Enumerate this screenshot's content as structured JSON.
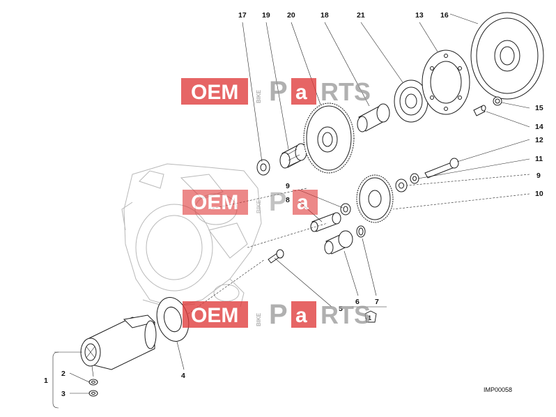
{
  "diagram": {
    "image_code": "IMP00058",
    "callouts": {
      "c1": "1",
      "c2": "2",
      "c3": "3",
      "c4": "4",
      "c5": "5",
      "c6": "6",
      "c7": "7",
      "c8": "8",
      "c9a": "9",
      "c9b": "9",
      "c10": "10",
      "c11": "11",
      "c12": "12",
      "c13": "13",
      "c14": "14",
      "c15": "15",
      "c16": "16",
      "c17": "17",
      "c18": "18",
      "c19": "19",
      "c20": "20",
      "c21": "21",
      "kit": "1"
    }
  },
  "watermark": {
    "brand_left": "OEM",
    "brand_vertical": "BIKE",
    "brand_p": "P",
    "brand_a": "a",
    "brand_rts": "RTS",
    "color_red": "#e03a3a",
    "color_grey": "#9a9a9a"
  }
}
